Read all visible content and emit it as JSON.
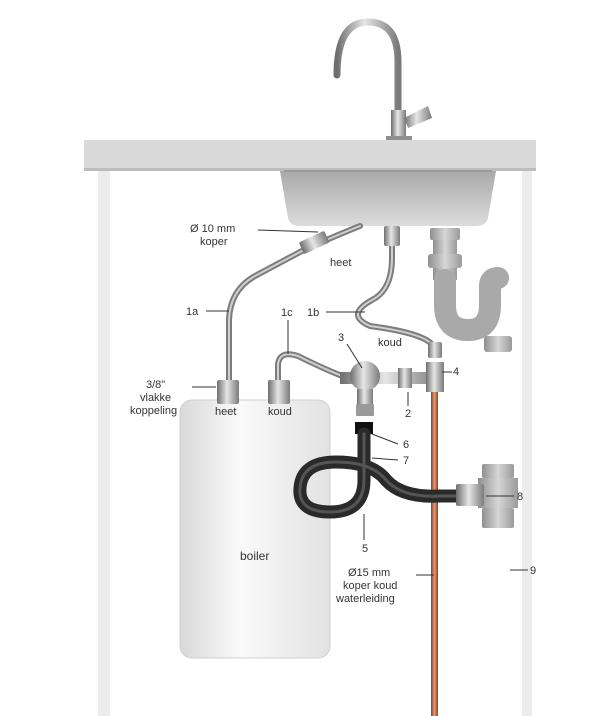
{
  "colors": {
    "counter": "#d9d9d9",
    "sink": "#c9c9c9",
    "pipe_chrome": "#9a9a9a",
    "drain": "#b5b5b5",
    "boiler": "#f0f0f0",
    "hose_black": "#2a2a2a",
    "copper": "#b8603a"
  },
  "labels": {
    "pipe_10mm": "Ø 10 mm",
    "pipe_10mm_2": "koper",
    "heet_top": "heet",
    "koud_top": "koud",
    "n1a": "1a",
    "n1c": "1c",
    "n1b": "1b",
    "n3": "3",
    "n4": "4",
    "n2": "2",
    "coupling_1": "3/8\"",
    "coupling_2": "vlakke",
    "coupling_3": "koppeling",
    "heet_boiler": "heet",
    "koud_boiler": "koud",
    "n6": "6",
    "n7": "7",
    "n8": "8",
    "n5": "5",
    "boiler": "boiler",
    "copper_1": "Ø15 mm",
    "copper_2": "koper koud",
    "copper_3": "waterleiding",
    "n9": "9"
  }
}
